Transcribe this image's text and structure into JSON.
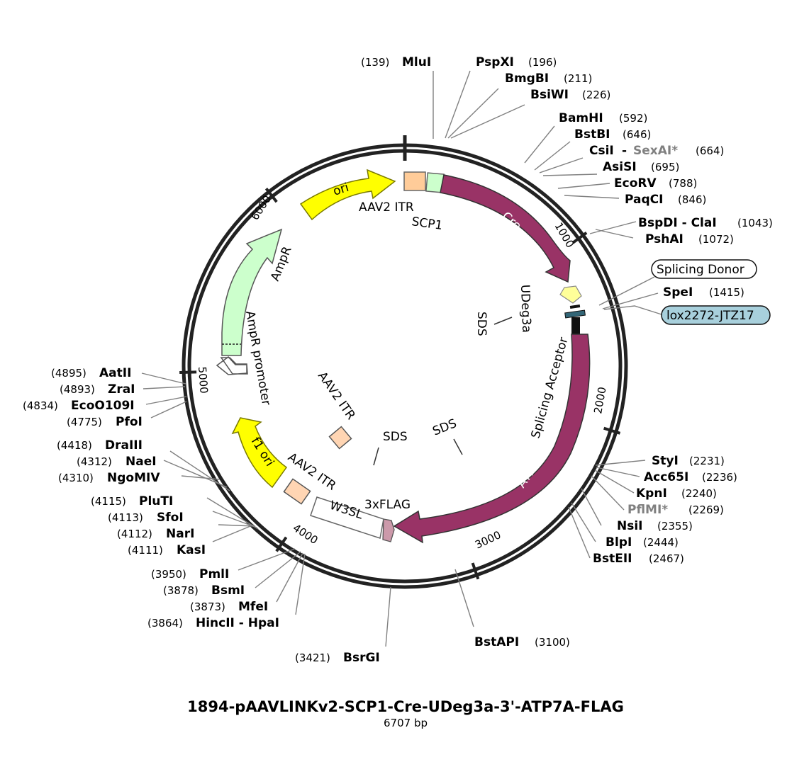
{
  "title": "1894-pAAVLINKv2-SCP1-Cre-UDeg3a-3'-ATP7A-FLAG",
  "length_label": "6707 bp",
  "total_bp": 6707,
  "ticks": [
    "1000",
    "2000",
    "3000",
    "4000",
    "5000",
    "6000"
  ],
  "features": {
    "ori": "ori",
    "aav2_itr_top": "AAV2 ITR",
    "scp1": "SCP1",
    "cre": "Cre",
    "udeg3a": "UDeg3a",
    "sds_1": "SDS",
    "splicing_acceptor": "Splicing Acceptor",
    "atp7a": "ATP7A",
    "sds_2": "SDS",
    "sds_3": "SDS",
    "aav2_itr_mid": "AAV2 ITR",
    "xflag": "3xFLAG",
    "w3sl": "W3SL",
    "aav2_itr_bottom": "AAV2 ITR",
    "f1_ori": "f1 ori",
    "ampr_promoter": "AmpR promoter",
    "ampr": "AmpR"
  },
  "callouts": {
    "splicing_donor": "Splicing Donor",
    "lox": "lox2272-JTZ17"
  },
  "colors": {
    "cre": "#993366",
    "atp7a": "#993366",
    "ori": "#ffff00",
    "f1_ori": "#ffff00",
    "ampr": "#ccffcc",
    "scp1": "#ccffcc",
    "itr": "#ffd5b3",
    "itr_top": "#ffcc99",
    "flag": "#cc99aa",
    "splicing_donor": "#ffff99",
    "lox": "#336677",
    "lox_callout": "#a8d0dc"
  },
  "sites": {
    "mlui": {
      "name": "MluI",
      "pos": "(139)"
    },
    "pspxi": {
      "name": "PspXI",
      "pos": "(196)"
    },
    "bmgbi": {
      "name": "BmgBI",
      "pos": "(211)"
    },
    "bsiwi": {
      "name": "BsiWI",
      "pos": "(226)"
    },
    "bamhi": {
      "name": "BamHI",
      "pos": "(592)"
    },
    "bstbi": {
      "name": "BstBI",
      "pos": "(646)"
    },
    "csii": {
      "name": "CsiI",
      "sep": "-",
      "alt": "SexAI*",
      "pos": "(664)"
    },
    "asisi": {
      "name": "AsiSI",
      "pos": "(695)"
    },
    "ecorv": {
      "name": "EcoRV",
      "pos": "(788)"
    },
    "paqci": {
      "name": "PaqCI",
      "pos": "(846)"
    },
    "bspdi": {
      "name": "BspDI - ClaI",
      "pos": "(1043)"
    },
    "pshai": {
      "name": "PshAI",
      "pos": "(1072)"
    },
    "spei": {
      "name": "SpeI",
      "pos": "(1415)"
    },
    "styi": {
      "name": "StyI",
      "pos": "(2231)"
    },
    "acc65i": {
      "name": "Acc65I",
      "pos": "(2236)"
    },
    "kpni": {
      "name": "KpnI",
      "pos": "(2240)"
    },
    "pflmi": {
      "name": "PflMI*",
      "pos": "(2269)"
    },
    "nsii": {
      "name": "NsiI",
      "pos": "(2355)"
    },
    "blpi": {
      "name": "BlpI",
      "pos": "(2444)"
    },
    "bsteii": {
      "name": "BstEII",
      "pos": "(2467)"
    },
    "bstapi": {
      "name": "BstAPI",
      "pos": "(3100)"
    },
    "bsrgi": {
      "name": "BsrGI",
      "pos": "(3421)"
    },
    "hincii": {
      "name": "HincII - HpaI",
      "pos": "(3864)"
    },
    "mfei": {
      "name": "MfeI",
      "pos": "(3873)"
    },
    "bsmi": {
      "name": "BsmI",
      "pos": "(3878)"
    },
    "pmli": {
      "name": "PmlI",
      "pos": "(3950)"
    },
    "kasi": {
      "name": "KasI",
      "pos": "(4111)"
    },
    "nari": {
      "name": "NarI",
      "pos": "(4112)"
    },
    "sfoi": {
      "name": "SfoI",
      "pos": "(4113)"
    },
    "pluti": {
      "name": "PluTI",
      "pos": "(4115)"
    },
    "ngomiv": {
      "name": "NgoMIV",
      "pos": "(4310)"
    },
    "naei": {
      "name": "NaeI",
      "pos": "(4312)"
    },
    "draiii": {
      "name": "DraIII",
      "pos": "(4418)"
    },
    "pfoi": {
      "name": "PfoI",
      "pos": "(4775)"
    },
    "ecoo109i": {
      "name": "EcoO109I",
      "pos": "(4834)"
    },
    "zrai": {
      "name": "ZraI",
      "pos": "(4893)"
    },
    "aatii": {
      "name": "AatII",
      "pos": "(4895)"
    }
  }
}
